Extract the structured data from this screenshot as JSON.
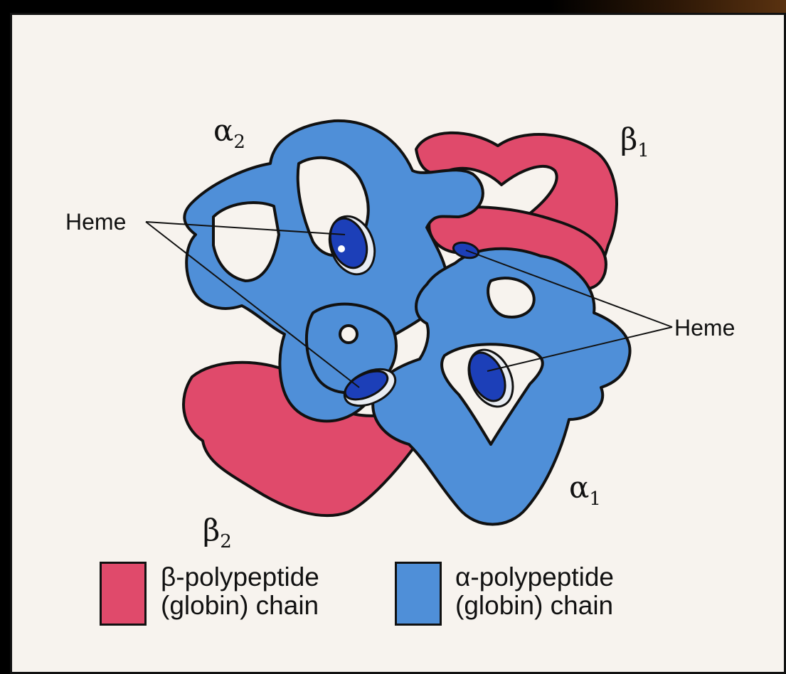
{
  "colors": {
    "beta_chain": "#e04a6b",
    "alpha_chain": "#4f8fd8",
    "heme_disc": "#1c3fb8",
    "outline": "#111111",
    "background": "#f7f3ee"
  },
  "labels": {
    "alpha2": {
      "symbol": "α",
      "sub": "2"
    },
    "beta1": {
      "symbol": "β",
      "sub": "1"
    },
    "beta2": {
      "symbol": "β",
      "sub": "2"
    },
    "alpha1": {
      "symbol": "α",
      "sub": "1"
    },
    "heme_left": "Heme",
    "heme_right": "Heme"
  },
  "legend": {
    "beta": {
      "line1": "β-polypeptide",
      "line2": "(globin) chain"
    },
    "alpha": {
      "line1": "α-polypeptide",
      "line2": "(globin) chain"
    }
  }
}
